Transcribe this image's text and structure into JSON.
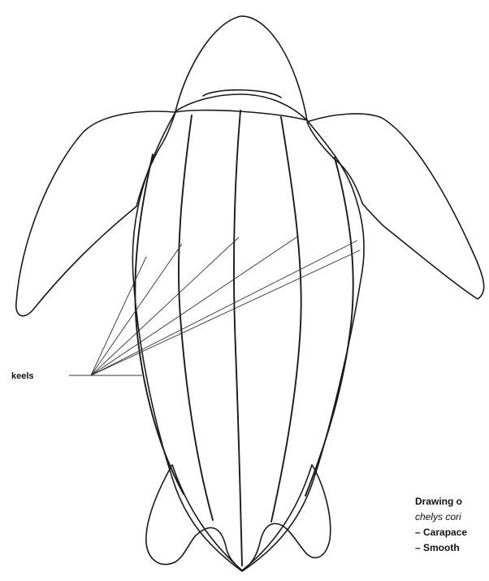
{
  "figure": {
    "label": "keels"
  },
  "caption": {
    "line1": "Drawing o",
    "line2": "chelys cori",
    "line3": "– Carapace",
    "line4": "– Smooth"
  }
}
